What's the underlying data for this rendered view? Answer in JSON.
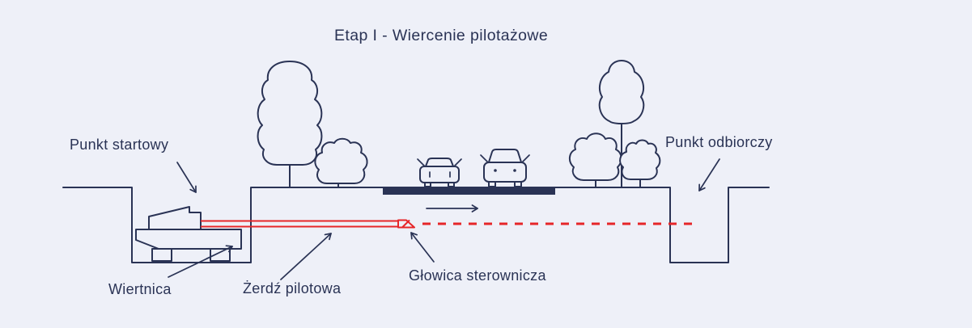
{
  "title": "Etap I - Wiercenie pilotażowe",
  "labels": {
    "start_point": "Punkt startowy",
    "receive_point": "Punkt odbiorczy",
    "drill_rig": "Wiertnica",
    "pilot_rod": "Żerdź pilotowa",
    "steering_head": "Głowica sterownicza"
  },
  "icons": {
    "terrain": "ground-line-with-start-and-receive-pits",
    "road": "road-surface-bar",
    "vehicles": [
      "car-front-small",
      "car-front-large"
    ],
    "vegetation": [
      "tree-large",
      "bush-small",
      "bush-medium",
      "tree-tall",
      "bush-tiny"
    ],
    "machine": "drilling-rig",
    "drill": [
      "pilot-rod",
      "steering-head",
      "planned-bore-dashed-path",
      "direction-arrow"
    ]
  },
  "colors": {
    "background": "#eef0f8",
    "line": "#2a3355",
    "accent_red": "#e62629"
  }
}
